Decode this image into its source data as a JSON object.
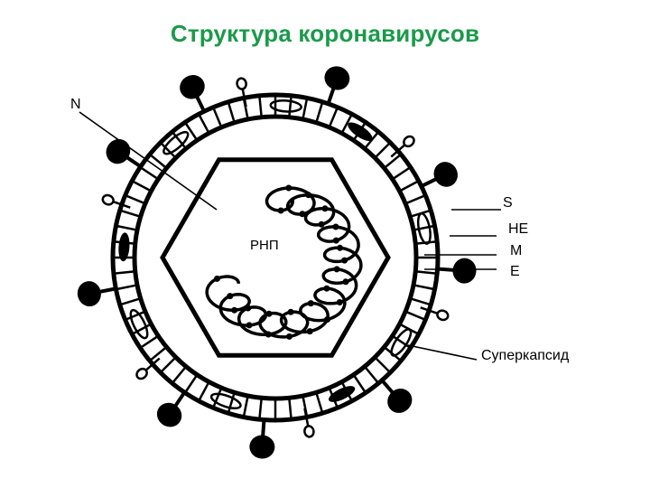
{
  "title": "Структура коронавирусов",
  "colors": {
    "title": "#1a9a4a",
    "ink": "#000000",
    "background": "#ffffff"
  },
  "labels": {
    "n": "N",
    "rnp": "РНП",
    "s": "S",
    "he": "HE",
    "m": "M",
    "e": "E",
    "supercapsid": "Суперкапсид"
  }
}
